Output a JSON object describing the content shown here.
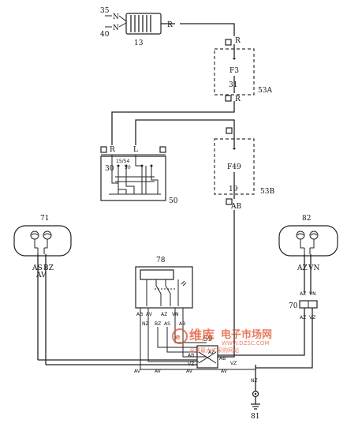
{
  "labels": {
    "n35": "35",
    "n40": "40",
    "N_top": "N",
    "N_bot": "N",
    "c13": "13",
    "R_13": "R",
    "c53A": "53A",
    "R_53a_top": "R",
    "F3": "F3",
    "n31": "31",
    "R_53a_bot": "R",
    "c50": "50",
    "R_50": "R",
    "L_50": "L",
    "n30": "30",
    "n15_54": "15/54",
    "n50": "50",
    "c53B": "53B",
    "F49": "F49",
    "n19": "19",
    "AB_53b": "AB",
    "c71": "71",
    "AS_71": "AS",
    "BZ_71": "BZ",
    "AV_71": "AV",
    "c82": "82",
    "AZ_82": "AZ",
    "VN_82": "VN",
    "c78": "78",
    "AB_78": "AB",
    "AV_78a": "AV",
    "AZ_78": "AZ",
    "VN_78": "VN",
    "NZ_78": "NZ",
    "BZ_78": "BZ",
    "AS_78": "AS",
    "AB_78b": "AB",
    "c70": "70",
    "AZ_70a": "AZ",
    "VN_70": "VN",
    "AZ_70b": "AZ",
    "VZ_70": "VZ",
    "c59": "59",
    "AB_59a": "AB",
    "AZ_59": "AZ",
    "VZ_59": "VZ",
    "AB_59b": "AB",
    "AV_b1": "AV",
    "AV_b2": "AV",
    "AV_b3": "AV",
    "AV_b4": "AV",
    "VZ_b": "VZ",
    "NZ_gnd": "NZ",
    "c81": "81"
  },
  "watermark": {
    "brand": "维库",
    "title": "电子市场网",
    "url": "WWW.DZSC.COM",
    "sub": "全球最大IC采购网站"
  },
  "colors": {
    "line": "#222222",
    "watermark": "#e2502a"
  }
}
